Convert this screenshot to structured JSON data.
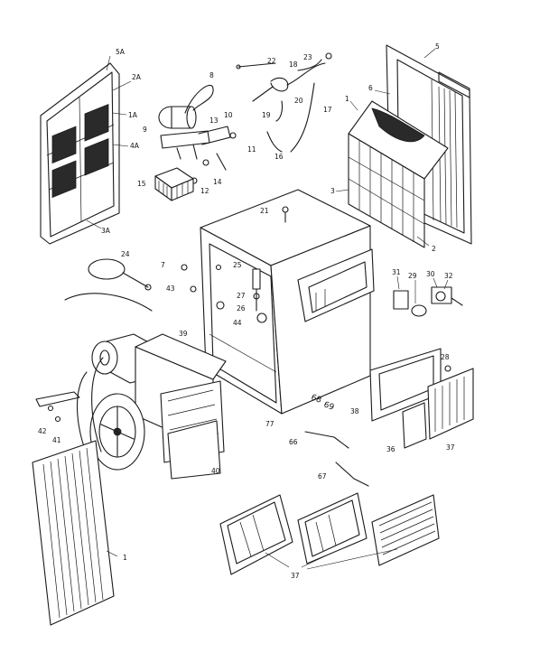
{
  "diagram": {
    "labels": {
      "l_5a": "5A",
      "l_2a": "2A",
      "l_1a": "1A",
      "l_4a": "4A",
      "l_3a": "3A",
      "l_8": "8",
      "l_13": "13",
      "l_9": "9",
      "l_10": "10",
      "l_11": "11",
      "l_12": "12",
      "l_14": "14",
      "l_15": "15",
      "l_22": "22",
      "l_18": "18",
      "l_23": "23",
      "l_20": "20",
      "l_19": "19",
      "l_16": "16",
      "l_17": "17",
      "l_5": "5",
      "l_6": "6",
      "l_1r": "1",
      "l_3r": "3",
      "l_2r": "2",
      "l_21": "21",
      "l_24": "24",
      "l_7": "7",
      "l_43": "43",
      "l_25": "25",
      "l_27": "27",
      "l_26": "26",
      "l_44": "44",
      "l_39": "39",
      "l_31": "31",
      "l_29": "29",
      "l_30": "30",
      "l_32": "32",
      "l_28": "28",
      "l_68": "68",
      "l_69": "69",
      "l_38": "38",
      "l_77": "77",
      "l_66": "66",
      "l_36": "36",
      "l_37r": "37",
      "l_42": "42",
      "l_41": "41",
      "l_40": "40",
      "l_67": "67",
      "l_1bl": "1",
      "l_37b": "37"
    },
    "stroke_color": "#1a1a1a",
    "background_color": "#ffffff"
  }
}
